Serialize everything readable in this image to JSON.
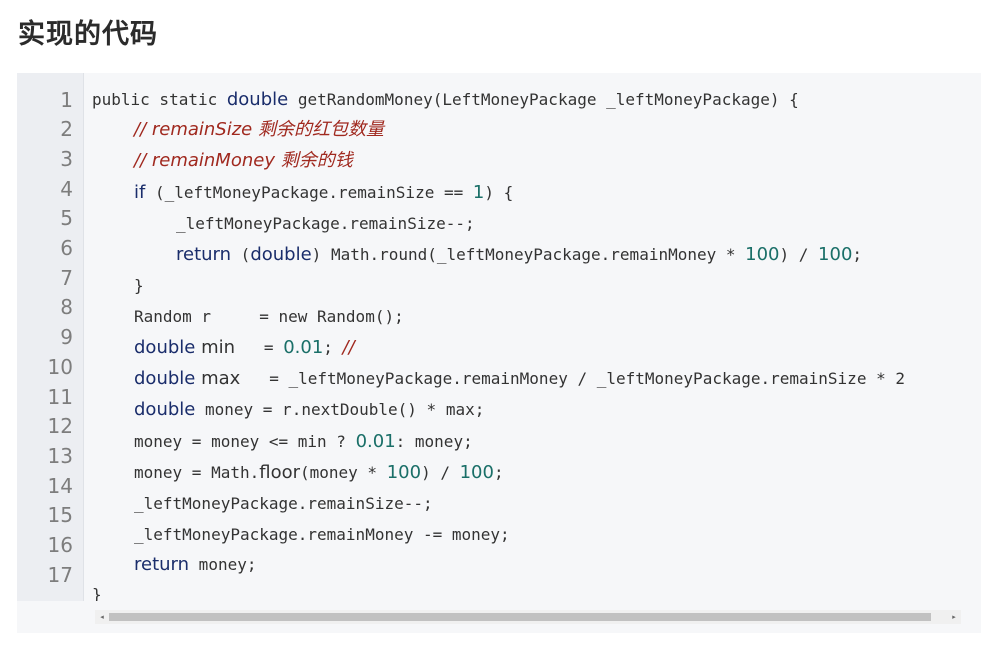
{
  "title": "实现的代码",
  "lines": {
    "l1": {
      "num": "1",
      "a": "public static ",
      "b": "double",
      "c": " getRandomMoney(LeftMoneyPackage _leftMoneyPackage) {"
    },
    "l2": {
      "num": "2",
      "comment": "// remainSize 剩余的红包数量"
    },
    "l3": {
      "num": "3",
      "comment": "// remainMoney 剩余的钱"
    },
    "l4": {
      "num": "4",
      "kw": "if",
      "a": " (_leftMoneyPackage.remainSize == ",
      "n": "1",
      "b": ") {"
    },
    "l5": {
      "num": "5",
      "a": "_leftMoneyPackage.remainSize--;"
    },
    "l6": {
      "num": "6",
      "kw": "return",
      "a": " (",
      "kw2": "double",
      "b": ") Math.round(_leftMoneyPackage.remainMoney * ",
      "n1": "100",
      "c": ") / ",
      "n2": "100",
      "d": ";"
    },
    "l7": {
      "num": "7",
      "a": "}"
    },
    "l8": {
      "num": "8",
      "a": "Random r     = new Random();"
    },
    "l9": {
      "num": "9",
      "kw": "double",
      "f": " min",
      "a": "   = ",
      "n": "0.01",
      "b": "; ",
      "c": "//"
    },
    "l10": {
      "num": "10",
      "kw": "double",
      "f": " max",
      "a": "   = _leftMoneyPackage.remainMoney / _leftMoneyPackage.remainSize * 2"
    },
    "l11": {
      "num": "11",
      "kw": "double",
      "a": " money = r.nextDouble() * max;"
    },
    "l12": {
      "num": "12",
      "a": "money = money <= min ? ",
      "n": "0.01",
      "b": ": money;"
    },
    "l13": {
      "num": "13",
      "a": "money = Math.",
      "f": "floor",
      "b": "(money * ",
      "n": "100",
      "c": ") / ",
      "n2": "100",
      "d": ";"
    },
    "l14": {
      "num": "14",
      "a": "_leftMoneyPackage.remainSize--;"
    },
    "l15": {
      "num": "15",
      "a": "_leftMoneyPackage.remainMoney -= money;"
    },
    "l16": {
      "num": "16",
      "kw": "return",
      "a": " money;"
    },
    "l17": {
      "num": "17"
    },
    "closing": "}"
  },
  "scrollbar": {
    "left_arrow": "◂",
    "right_arrow": "▸"
  },
  "colors": {
    "keyword": "#1a2d6b",
    "number": "#1a6f68",
    "comment": "#a0291f"
  }
}
